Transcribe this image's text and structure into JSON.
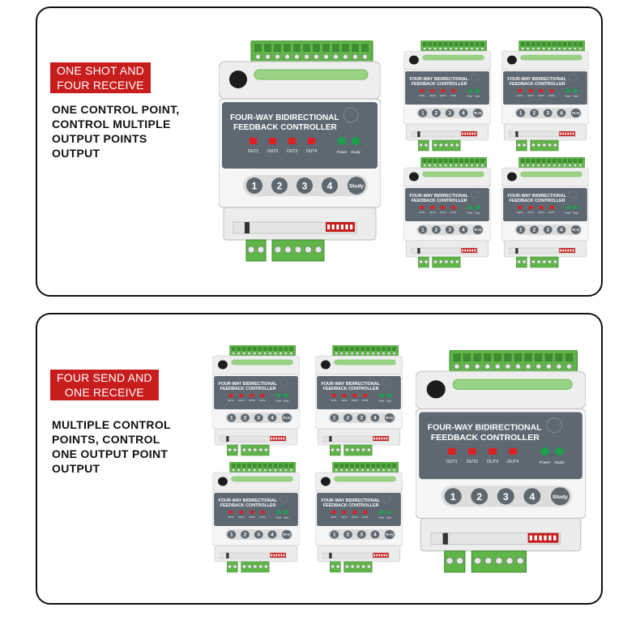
{
  "panels": [
    {
      "badge": [
        "ONE SHOT AND",
        "FOUR RECEIVE"
      ],
      "description": [
        "ONE CONTROL POINT,",
        "CONTROL MULTIPLE",
        "OUTPUT POINTS",
        "OUTPUT"
      ]
    },
    {
      "badge": [
        "FOUR SEND AND",
        "ONE RECEIVE"
      ],
      "description": [
        "MULTIPLE CONTROL",
        "POINTS, CONTROL",
        "ONE OUTPUT POINT",
        "OUTPUT"
      ]
    }
  ],
  "device": {
    "title_line1": "FOUR-WAY BIDIRECTIONAL",
    "title_line2": "FEEDBACK CONTROLLER",
    "outputs": [
      "OUT1",
      "OUT2",
      "OUT3",
      "OUT4"
    ],
    "indicators": [
      "Power",
      "Study"
    ],
    "buttons": [
      "1",
      "2",
      "3",
      "4"
    ],
    "study_button": "Study"
  },
  "colors": {
    "badge": "#c81d1d",
    "panel_header": "#5d6872",
    "terminal_green": "#5fb548",
    "led_red": "#e02020",
    "led_green": "#1aa34a"
  }
}
